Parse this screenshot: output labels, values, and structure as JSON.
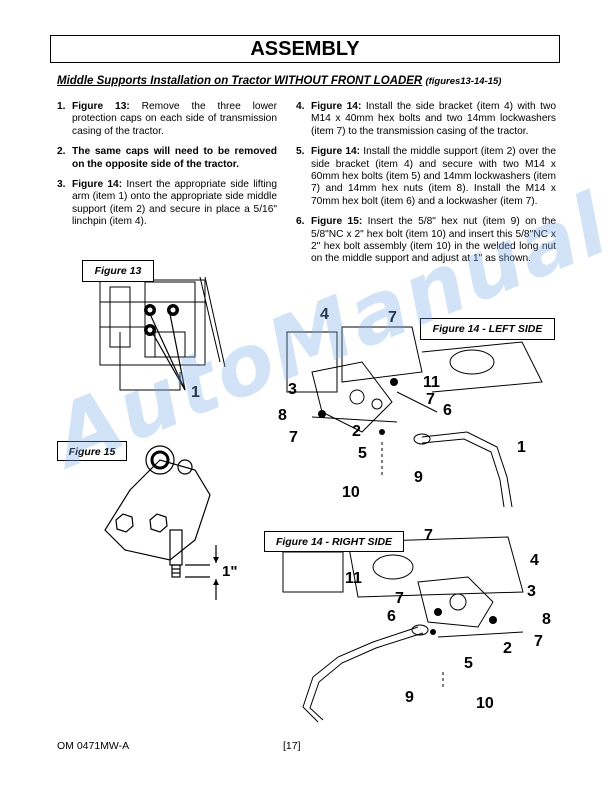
{
  "header": {
    "title": "ASSEMBLY"
  },
  "subtitle": {
    "main": "Middle Supports Installation on Tractor WITHOUT FRONT LOADER",
    "ref": "(figures13-14-15)"
  },
  "steps": [
    {
      "num": "1.",
      "lead": "Figure 13:",
      "text": " Remove the three lower protection caps on each side of transmission casing of the tractor."
    },
    {
      "num": "2.",
      "text": "The same caps will need to be removed on the opposite side of the tractor."
    },
    {
      "num": "3.",
      "lead": "Figure 14:",
      "text": " Insert the appropriate side lifting arm (item 1) onto the appropriate side middle support (item 2) and secure in place a 5/16\" linchpin (item 4)."
    },
    {
      "num": "4.",
      "lead": "Figure 14:",
      "text": " Install the side bracket (item 4) with two M14 x 40mm hex bolts and two 14mm lockwashers (item 7) to the transmission casing of the tractor."
    },
    {
      "num": "5.",
      "lead": "Figure 14:",
      "text": " Install the middle support (item 2) over the side bracket (item 4) and secure with two M14 x 60mm hex bolts (item 5) and 14mm lockwashers (item 7) and 14mm hex nuts (item 8). Install the M14 x 70mm hex bolt (item 6) and a lockwasher (item 7)."
    },
    {
      "num": "6.",
      "lead": "Figure 15:",
      "text": " Insert the 5/8\" hex nut (item 9) on the 5/8\"NC x 2\" hex bolt (item 10) and insert this 5/8\"NC x 2\" hex bolt assembly (item 10) in the welded long nut on the middle support and adjust at 1\" as shown."
    }
  ],
  "figures": {
    "fig13": {
      "label": "Figure 13",
      "callouts": [
        "1"
      ]
    },
    "fig15": {
      "label": "Figure 15",
      "dimension": "1\""
    },
    "fig14_left": {
      "label": "Figure 14 - LEFT SIDE",
      "callouts": [
        "4",
        "7",
        "3",
        "11",
        "8",
        "7",
        "6",
        "7",
        "2",
        "5",
        "1",
        "9",
        "10"
      ]
    },
    "fig14_right": {
      "label": "Figure 14 - RIGHT SIDE",
      "callouts": [
        "7",
        "4",
        "11",
        "3",
        "7",
        "8",
        "6",
        "7",
        "2",
        "5",
        "9",
        "10"
      ]
    }
  },
  "watermark": "AutoManual",
  "footer": {
    "doc": "OM 0471MW-A",
    "page": "[17]"
  }
}
